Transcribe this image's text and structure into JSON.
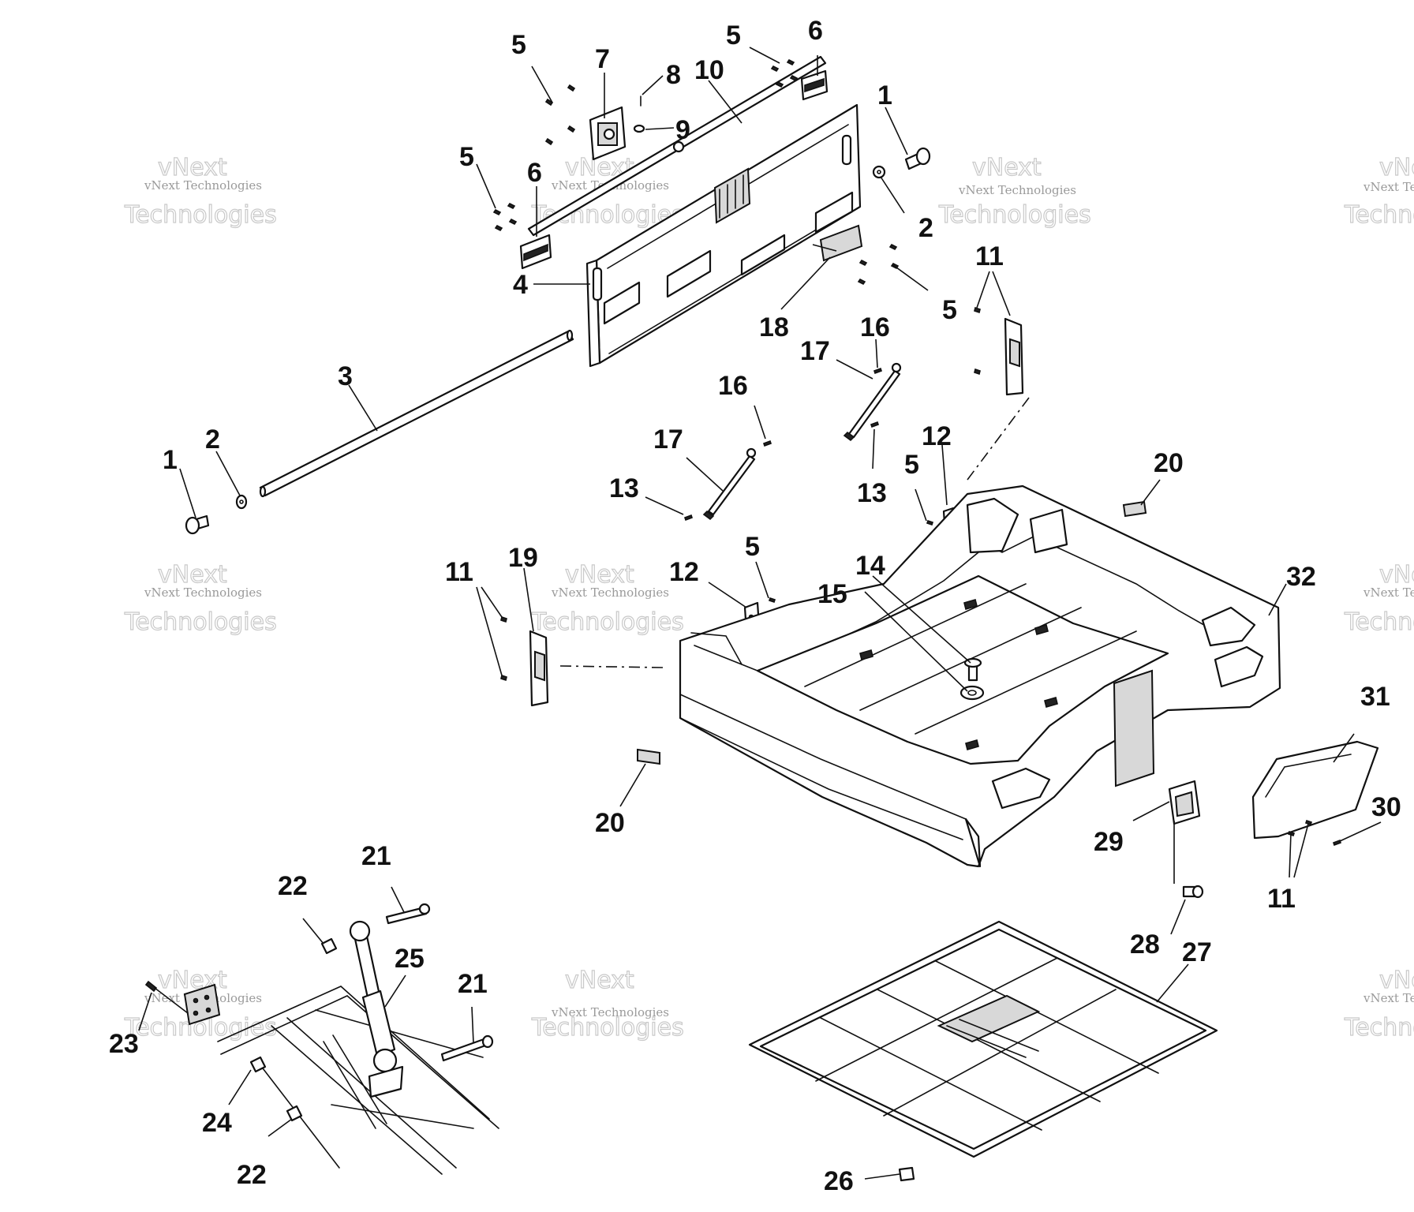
{
  "watermark": {
    "brand": "vNext",
    "company_line": "vNext Technologies",
    "word": "Technologies"
  },
  "callouts": {
    "c1": "1",
    "c2": "2",
    "c3": "3",
    "c4": "4",
    "c5": "5",
    "c6": "6",
    "c7": "7",
    "c8": "8",
    "c9": "9",
    "c10": "10",
    "c11": "11",
    "c12": "12",
    "c13": "13",
    "c14": "14",
    "c15": "15",
    "c16": "16",
    "c17": "17",
    "c18": "18",
    "c19": "19",
    "c20": "20",
    "c21": "21",
    "c22": "22",
    "c23": "23",
    "c24": "24",
    "c25": "25",
    "c26": "26",
    "c27": "27",
    "c28": "28",
    "c29": "29",
    "c30": "30",
    "c31": "31",
    "c32": "32"
  }
}
